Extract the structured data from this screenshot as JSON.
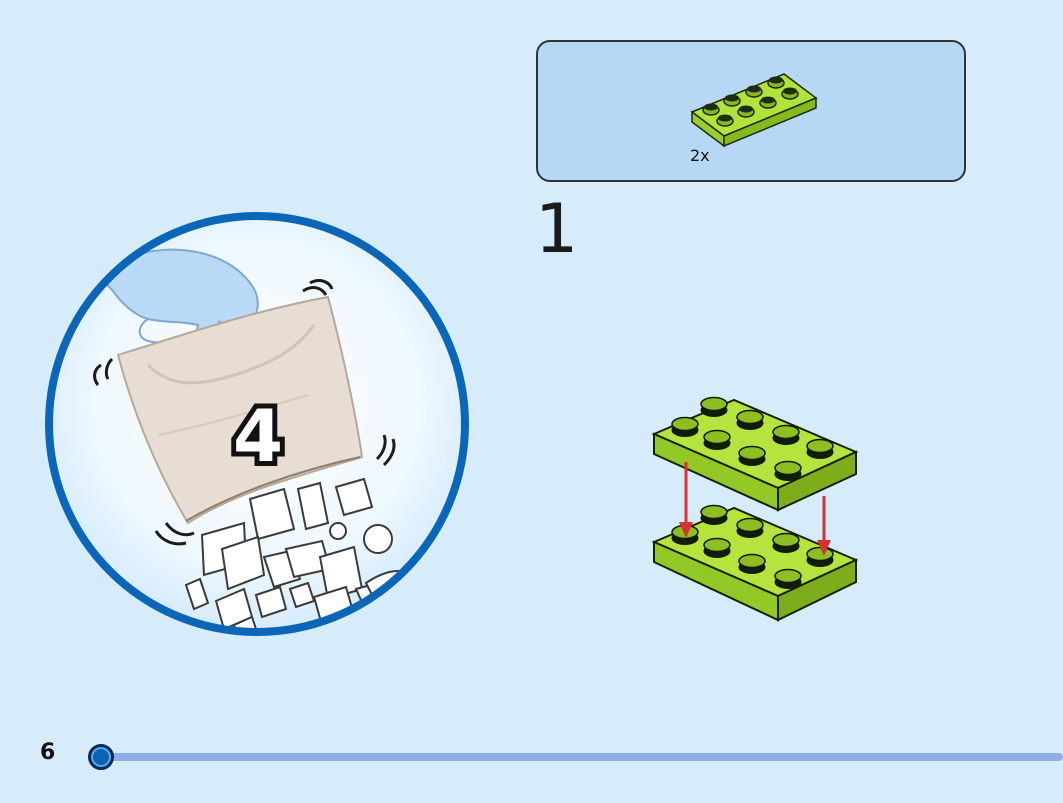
{
  "parts_list": {
    "quantity": "2x",
    "part_icon": "lime-2x4-plate-icon",
    "part_color": "#a6dd2b"
  },
  "step": {
    "number": "1",
    "action_icon": "stack-plates-arrows-icon",
    "arrow_color": "#d73131"
  },
  "bag_callout": {
    "bag_number": "4",
    "icon": "bag-opening-hand-icon",
    "ring_color": "#0b66b7"
  },
  "footer": {
    "page_number": "6",
    "progress_color": "#8faee3"
  }
}
